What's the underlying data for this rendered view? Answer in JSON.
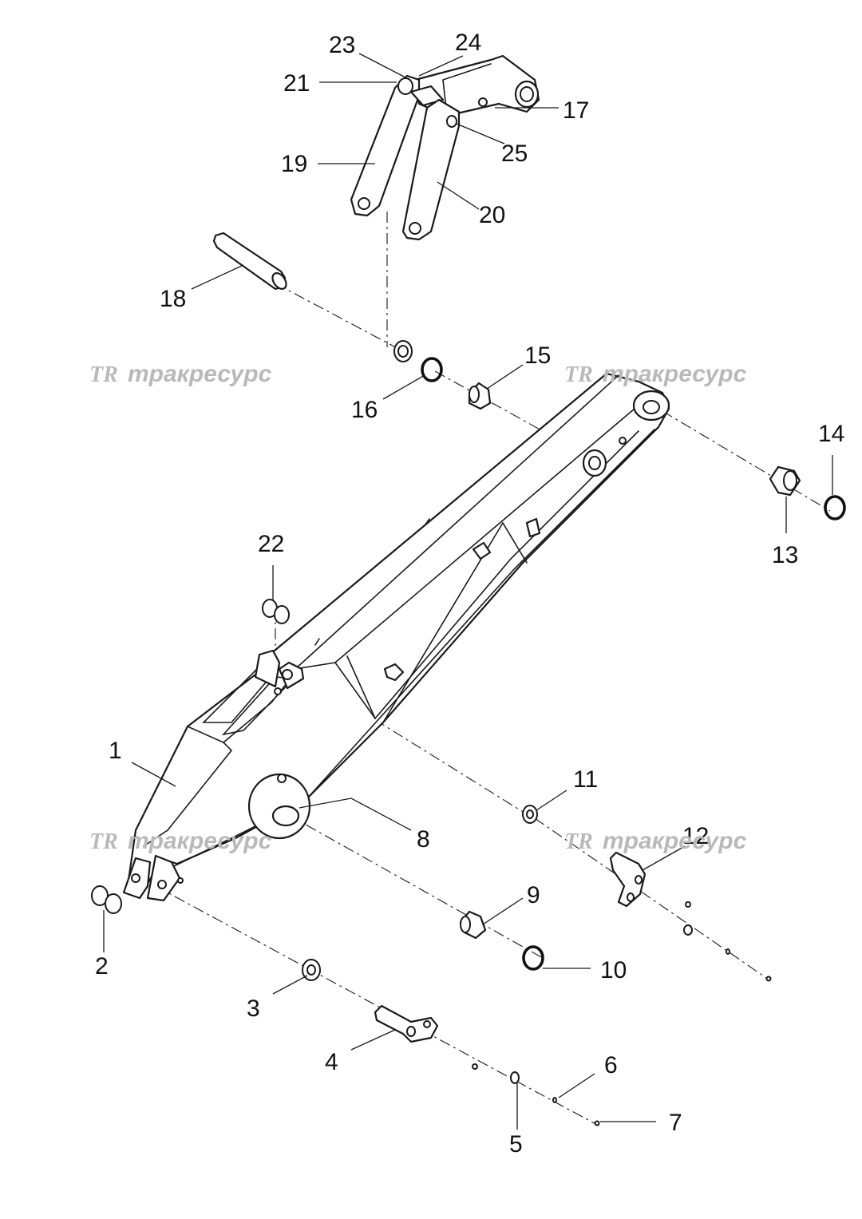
{
  "watermark": {
    "logo_text": "TR",
    "brand_text": "тракресурс",
    "color": "#b9b9b9"
  },
  "callouts": [
    "1",
    "2",
    "3",
    "4",
    "5",
    "6",
    "7",
    "8",
    "9",
    "10",
    "11",
    "12",
    "13",
    "14",
    "15",
    "16",
    "17",
    "18",
    "19",
    "20",
    "21",
    "22",
    "23",
    "24",
    "25"
  ],
  "colors": {
    "line": "#1a1a1a",
    "background": "#ffffff"
  }
}
